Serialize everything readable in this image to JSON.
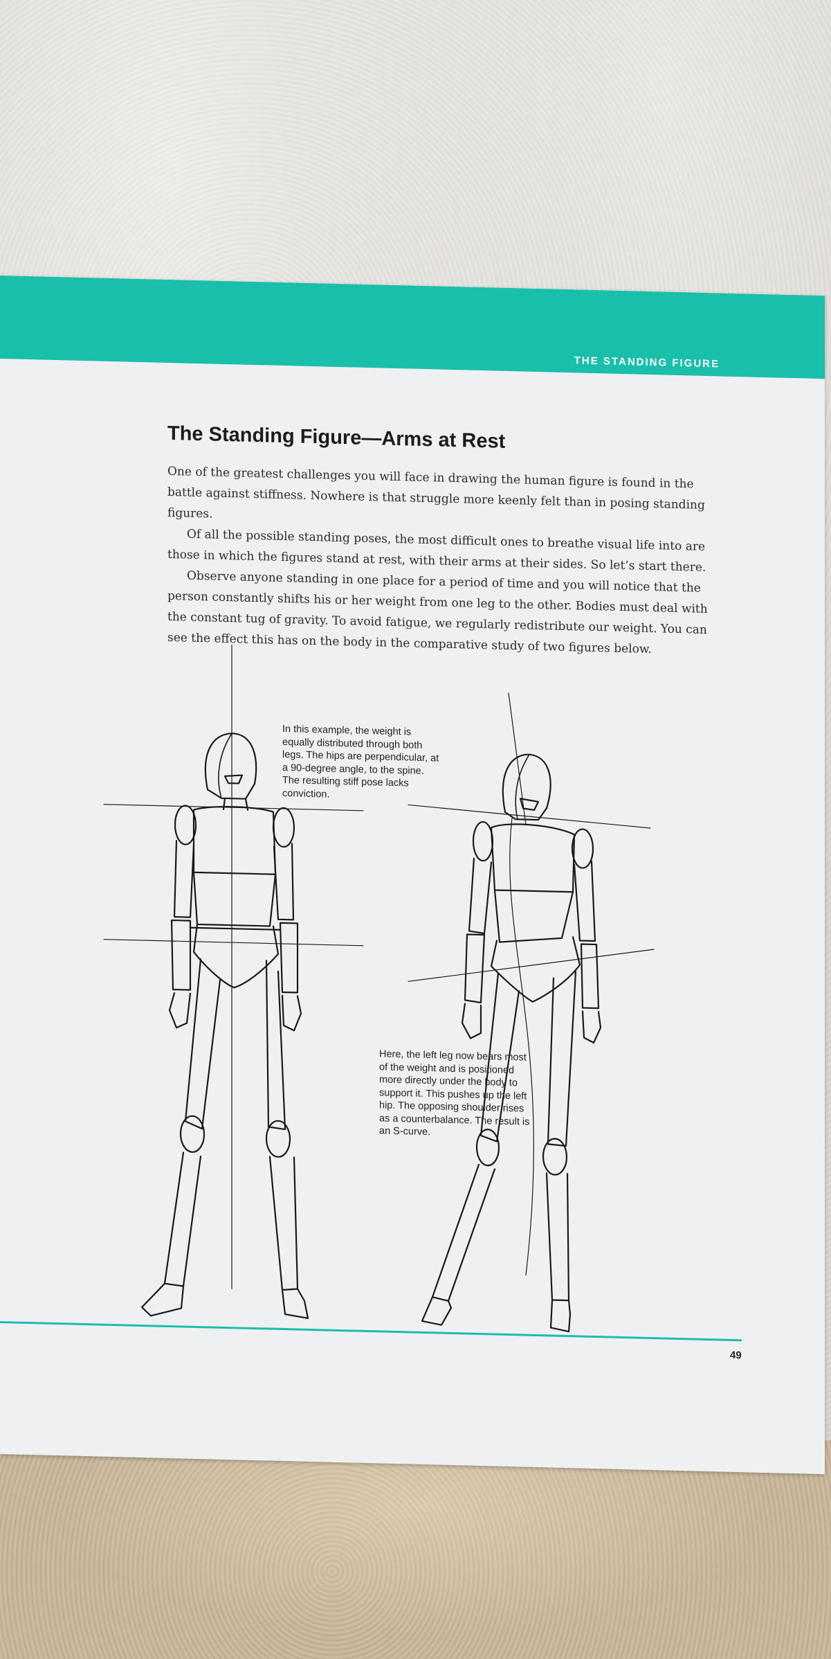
{
  "header": {
    "running_head": "THE STANDING FIGURE",
    "band_color": "#19bfaa"
  },
  "article": {
    "title": "The Standing Figure—Arms at Rest",
    "paragraphs": [
      "One of the greatest challenges you will face in drawing the human figure is found in the battle against stiffness. Nowhere is that struggle more keenly felt than in posing standing figures.",
      "Of all the possible standing poses, the most difficult ones to breathe visual life into are those in which the figures stand at rest, with their arms at their sides. So let’s start there.",
      "Observe anyone standing in one place for a period of time and you will notice that the person constantly shifts his or her weight from one leg to the other. Bodies must deal with the constant tug of gravity. To avoid fatigue, we regularly redistribute our weight. You can see the effect this has on the body in the comparative study of two figures below."
    ]
  },
  "figures": {
    "caption_equal": "In this example, the weight is equally distributed through both legs. The hips are perpendicular, at a 90-degree angle, to the spine. The resulting stiff pose lacks conviction.",
    "caption_shifted": "Here, the left leg now bears most of the weight and is positioned more directly under the body to support it. This pushes up the left hip. The opposing shoulder rises as a counterbalance. The result is an S-curve."
  },
  "footer": {
    "page_number": "49"
  }
}
